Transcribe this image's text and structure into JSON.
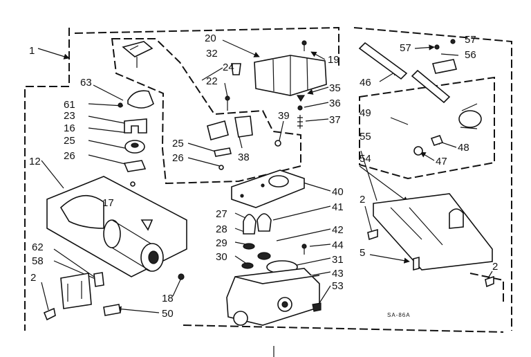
{
  "callouts": [
    "1",
    "2",
    "2",
    "2",
    "5",
    "12",
    "16",
    "17",
    "18",
    "19",
    "20",
    "22",
    "23",
    "24",
    "25",
    "25",
    "26",
    "26",
    "27",
    "28",
    "29",
    "30",
    "31",
    "32",
    "35",
    "36",
    "37",
    "38",
    "39",
    "40",
    "41",
    "42",
    "43",
    "44",
    "46",
    "47",
    "48",
    "49",
    "50",
    "53",
    "54",
    "55",
    "56",
    "57",
    "57",
    "58",
    "61",
    "62",
    "63"
  ],
  "diagram_code": "SA-86A"
}
